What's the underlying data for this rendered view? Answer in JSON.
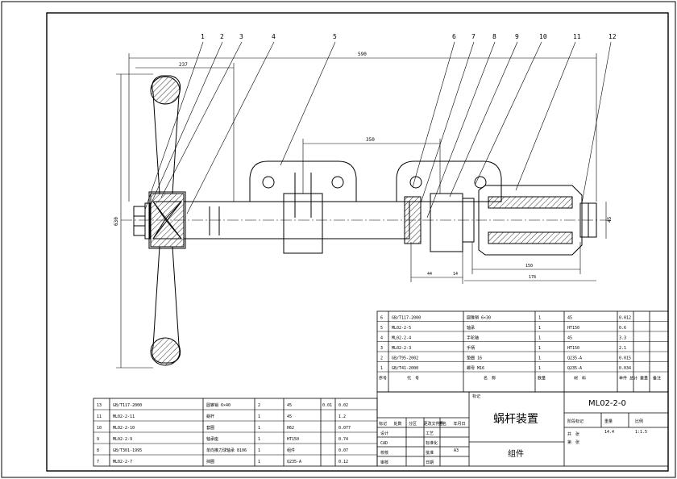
{
  "drawing": {
    "title": "蜗杆装置",
    "drawing_no": "ML02-2-0",
    "group_label": "组件",
    "scale": "1:1.5",
    "mass": "14.4",
    "type_label": "标记"
  },
  "dimensions": {
    "overall_length": "590",
    "handle_offset": "237",
    "bracket_span": "350",
    "handwheel_height": "630",
    "bore": "45",
    "d1": "44",
    "d2": "14",
    "worm_len": "150",
    "worm_total": "178"
  },
  "balloons": [
    "1",
    "2",
    "3",
    "4",
    "5",
    "6",
    "7",
    "8",
    "9",
    "10",
    "11",
    "12"
  ],
  "bom_right": [
    {
      "no": "6",
      "code": "GB/T117-2000",
      "name": "圆锥销 6×30",
      "qty": "1",
      "mat": "45",
      "w1": "",
      "w2": "0.012"
    },
    {
      "no": "5",
      "code": "ML02-2-5",
      "name": "轴承",
      "qty": "1",
      "mat": "HT150",
      "w1": "",
      "w2": "0.6"
    },
    {
      "no": "4",
      "code": "ML02-2-4",
      "name": "手轮轴",
      "qty": "1",
      "mat": "45",
      "w1": "",
      "w2": "3.3"
    },
    {
      "no": "3",
      "code": "ML02-2-3",
      "name": "手柄",
      "qty": "1",
      "mat": "HT150",
      "w1": "",
      "w2": "2.1"
    },
    {
      "no": "2",
      "code": "GB/T95-2002",
      "name": "垫圈 16",
      "qty": "1",
      "mat": "Q235-A",
      "w1": "",
      "w2": "0.015"
    },
    {
      "no": "1",
      "code": "GB/T41-2000",
      "name": "螺母 M16",
      "qty": "1",
      "mat": "Q235-A",
      "w1": "",
      "w2": "0.034"
    }
  ],
  "bom_right_header": {
    "no": "序号",
    "code": "代　号",
    "name": "名　称",
    "qty": "数量",
    "mat": "材　料",
    "weight": "单件 总计 重量",
    "note": "备注"
  },
  "bom_left": [
    {
      "no": "13",
      "code": "GB/T117-2000",
      "name": "圆锥销 6×40",
      "qty": "2",
      "mat": "45",
      "w1": "0.01",
      "w2": "0.02"
    },
    {
      "no": "11",
      "code": "ML02-2-11",
      "name": "蜗杆",
      "qty": "1",
      "mat": "45",
      "w1": "",
      "w2": "1.2"
    },
    {
      "no": "10",
      "code": "ML02-2-10",
      "name": "套圈",
      "qty": "1",
      "mat": "H62",
      "w1": "",
      "w2": "0.077"
    },
    {
      "no": "9",
      "code": "ML02-2-9",
      "name": "轴承座",
      "qty": "1",
      "mat": "HT150",
      "w1": "",
      "w2": "0.74"
    },
    {
      "no": "8",
      "code": "GB/T301-1995",
      "name": "单向推力球轴承 8106",
      "qty": "1",
      "mat": "组件",
      "w1": "",
      "w2": "0.07"
    },
    {
      "no": "7",
      "code": "ML02-2-7",
      "name": "挡圈",
      "qty": "1",
      "mat": "Q235-A",
      "w1": "",
      "w2": "0.12"
    }
  ],
  "title_block": {
    "rev_header": [
      "标记",
      "处数",
      "分区",
      "更改文件号",
      "签名",
      "年月日"
    ],
    "roles": [
      "设计",
      "CAD",
      "校核",
      "审核"
    ],
    "roles2": [
      "工艺",
      "标准化",
      "批准",
      "日期"
    ],
    "stage": "阶段标记",
    "weight_label": "重量",
    "scale_label": "比例",
    "sheet_a": "共　张",
    "sheet_b": "第　张",
    "ab": "A3"
  }
}
